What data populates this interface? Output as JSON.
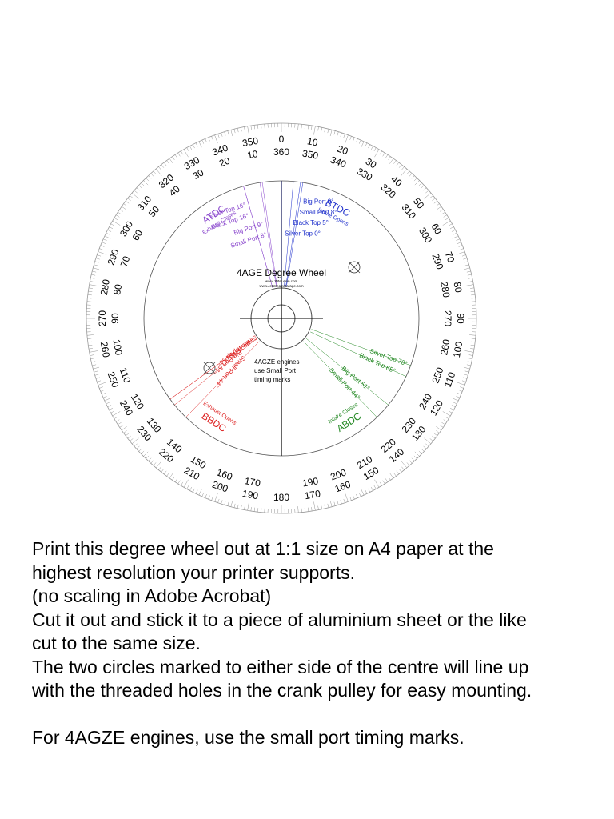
{
  "wheel": {
    "title": "4AGE Degree Wheel",
    "urls": [
      "www.JDMLexin.com",
      "www.JetstreamGarage.com"
    ],
    "outer_scale_top": [
      {
        "deg": 0,
        "a": "0",
        "b": "360"
      },
      {
        "deg": 10,
        "a": "10",
        "b": "350"
      },
      {
        "deg": 20,
        "a": "20",
        "b": "340"
      },
      {
        "deg": 30,
        "a": "30",
        "b": "330"
      },
      {
        "deg": 40,
        "a": "40",
        "b": "320"
      },
      {
        "deg": 50,
        "a": "50",
        "b": "310"
      },
      {
        "deg": 60,
        "a": "60",
        "b": "300"
      },
      {
        "deg": 70,
        "a": "70",
        "b": "290"
      },
      {
        "deg": 80,
        "a": "80",
        "b": "280"
      },
      {
        "deg": 90,
        "a": "90",
        "b": "270"
      },
      {
        "deg": 100,
        "a": "100",
        "b": "260"
      },
      {
        "deg": 110,
        "a": "110",
        "b": "250"
      },
      {
        "deg": 120,
        "a": "120",
        "b": "240"
      },
      {
        "deg": 130,
        "a": "130",
        "b": "230"
      },
      {
        "deg": 140,
        "a": "140",
        "b": "220"
      },
      {
        "deg": 150,
        "a": "150",
        "b": "210"
      },
      {
        "deg": 160,
        "a": "160",
        "b": "200"
      },
      {
        "deg": 170,
        "a": "170",
        "b": "190"
      },
      {
        "deg": 180,
        "a": "180",
        "b": ""
      },
      {
        "deg": 190,
        "a": "190",
        "b": "170"
      },
      {
        "deg": 200,
        "a": "200",
        "b": "160"
      },
      {
        "deg": 210,
        "a": "210",
        "b": "150"
      },
      {
        "deg": 220,
        "a": "220",
        "b": "140"
      },
      {
        "deg": 230,
        "a": "230",
        "b": "130"
      },
      {
        "deg": 240,
        "a": "240",
        "b": "120"
      },
      {
        "deg": 250,
        "a": "250",
        "b": "110"
      },
      {
        "deg": 260,
        "a": "260",
        "b": "100"
      },
      {
        "deg": 270,
        "a": "270",
        "b": "90"
      },
      {
        "deg": 280,
        "a": "280",
        "b": "80"
      },
      {
        "deg": 290,
        "a": "290",
        "b": "70"
      },
      {
        "deg": 300,
        "a": "300",
        "b": "60"
      },
      {
        "deg": 310,
        "a": "310",
        "b": "50"
      },
      {
        "deg": 320,
        "a": "320",
        "b": "40"
      },
      {
        "deg": 330,
        "a": "330",
        "b": "30"
      },
      {
        "deg": 340,
        "a": "340",
        "b": "20"
      },
      {
        "deg": 350,
        "a": "350",
        "b": "10"
      }
    ],
    "markers": [
      {
        "label": "BTDC",
        "sub": "Intake Opens",
        "deg": 27,
        "color": "#2233cc"
      },
      {
        "label": "ATDC",
        "sub": "Exhaust Closes",
        "deg": -33,
        "color": "#8844cc"
      },
      {
        "label": "BBDC",
        "sub": "Exhaust Opens",
        "deg": 213,
        "color": "#dd2222"
      },
      {
        "label": "ABDC",
        "sub": "Intake Closes",
        "deg": 147,
        "color": "#228822"
      }
    ],
    "intake_open_marks": [
      "Big Port 9°",
      "Small Port 8°",
      "Black Top 5°",
      "Silver Top 0°"
    ],
    "exhaust_close_marks": [
      "Silver Top 16°",
      "Black Top 16°",
      "Big Port 9°",
      "Small Port 8°"
    ],
    "exhaust_open_marks": [
      "Small Port 44°",
      "Big Port 51°",
      "Black Top 54°",
      "Silver Top 54°"
    ],
    "intake_close_marks": [
      "Silver Top 70°",
      "Black Top 65°",
      "Big Port 51°",
      "Small Port 44°"
    ],
    "note": [
      "4AGZE engines",
      "use Small Port",
      "timing marks"
    ],
    "colors": {
      "intake_open": "#2233cc",
      "exhaust_close": "#8844cc",
      "exhaust_open": "#dd2222",
      "intake_close": "#228822"
    }
  },
  "instructions": {
    "lines": [
      "Print this degree wheel out at 1:1 size on A4 paper at the",
      "highest resolution your printer supports.",
      "(no scaling in Adobe Acrobat)",
      "Cut it out and stick it to a piece of aluminium sheet or the like",
      "cut to the same size.",
      "The two circles marked to either side of the centre will line up",
      "with the threaded holes in the crank pulley for easy mounting."
    ],
    "final": "For 4AGZE engines, use the small port timing marks."
  }
}
